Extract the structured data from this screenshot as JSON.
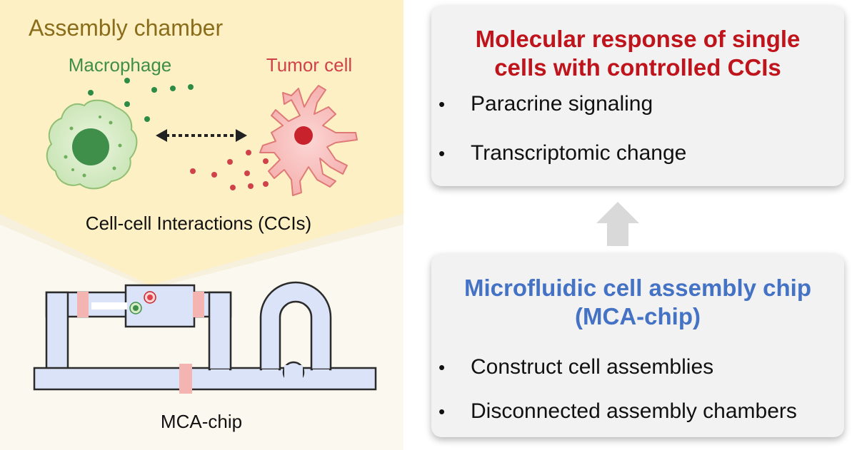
{
  "left_panel": {
    "chamber_title": "Assembly chamber",
    "macrophage_label": "Macrophage",
    "tumor_label": "Tumor cell",
    "cci_label": "Cell-cell Interactions (CCIs)",
    "chip_label": "MCA-chip"
  },
  "top_card": {
    "title_line1": "Molecular response of single",
    "title_line2": "cells with controlled CCIs",
    "title_color": "#c0141c",
    "bullets": [
      "Paracrine signaling",
      "Transcriptomic change"
    ]
  },
  "bottom_card": {
    "title_line1": "Microfluidic cell assembly chip",
    "title_line2": "(MCA-chip)",
    "title_color": "#4472c4",
    "bullets": [
      "Construct cell assemblies",
      "Disconnected assembly chambers"
    ]
  },
  "bullet_symbol": "•",
  "colors": {
    "chamber_fill": "#fdf0c4",
    "lower_fill": "#fbf8ef",
    "channel_fill": "#dae3f7",
    "valve_fill": "#f4b4b2",
    "macrophage_green": "#3f8f4a",
    "tumor_red": "#d0424a",
    "chamber_title_color": "#8a6d1a"
  }
}
